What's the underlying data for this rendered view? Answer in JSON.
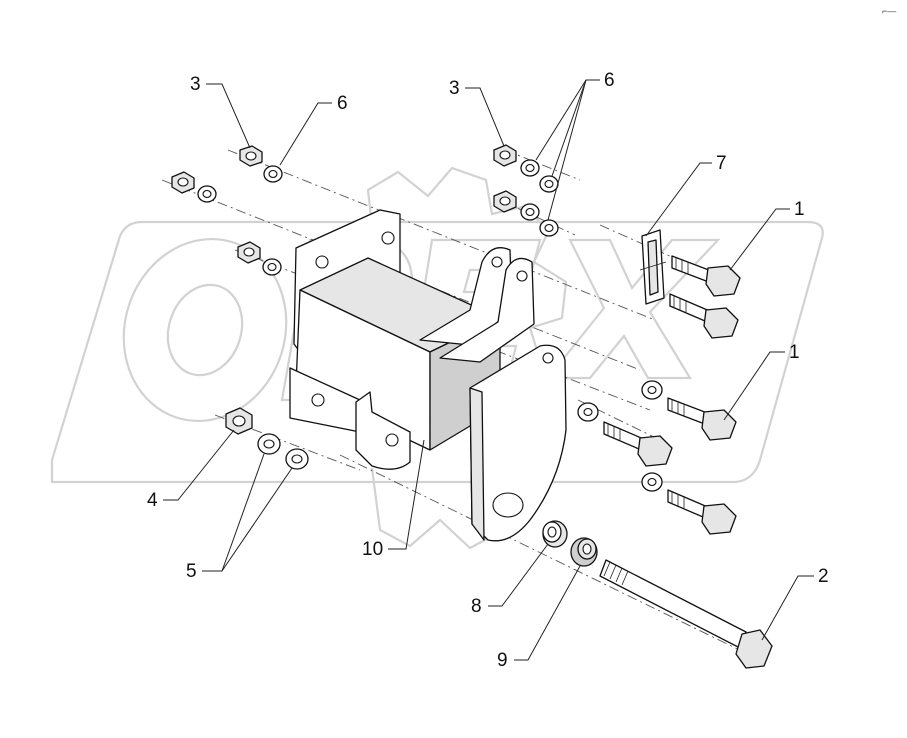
{
  "corner_mark": "⌐—",
  "callouts": [
    {
      "id": "label-3-left",
      "text": "3"
    },
    {
      "id": "label-6-left",
      "text": "6"
    },
    {
      "id": "label-3-right",
      "text": "3"
    },
    {
      "id": "label-6-right",
      "text": "6"
    },
    {
      "id": "label-7",
      "text": "7"
    },
    {
      "id": "label-1-top",
      "text": "1"
    },
    {
      "id": "label-1-mid",
      "text": "1"
    },
    {
      "id": "label-4",
      "text": "4"
    },
    {
      "id": "label-5",
      "text": "5"
    },
    {
      "id": "label-10",
      "text": "10"
    },
    {
      "id": "label-2",
      "text": "2"
    },
    {
      "id": "label-8",
      "text": "8"
    },
    {
      "id": "label-9",
      "text": "9"
    }
  ],
  "colors": {
    "line": "#111111",
    "watermark": "#d2d2d2",
    "background": "#ffffff"
  }
}
